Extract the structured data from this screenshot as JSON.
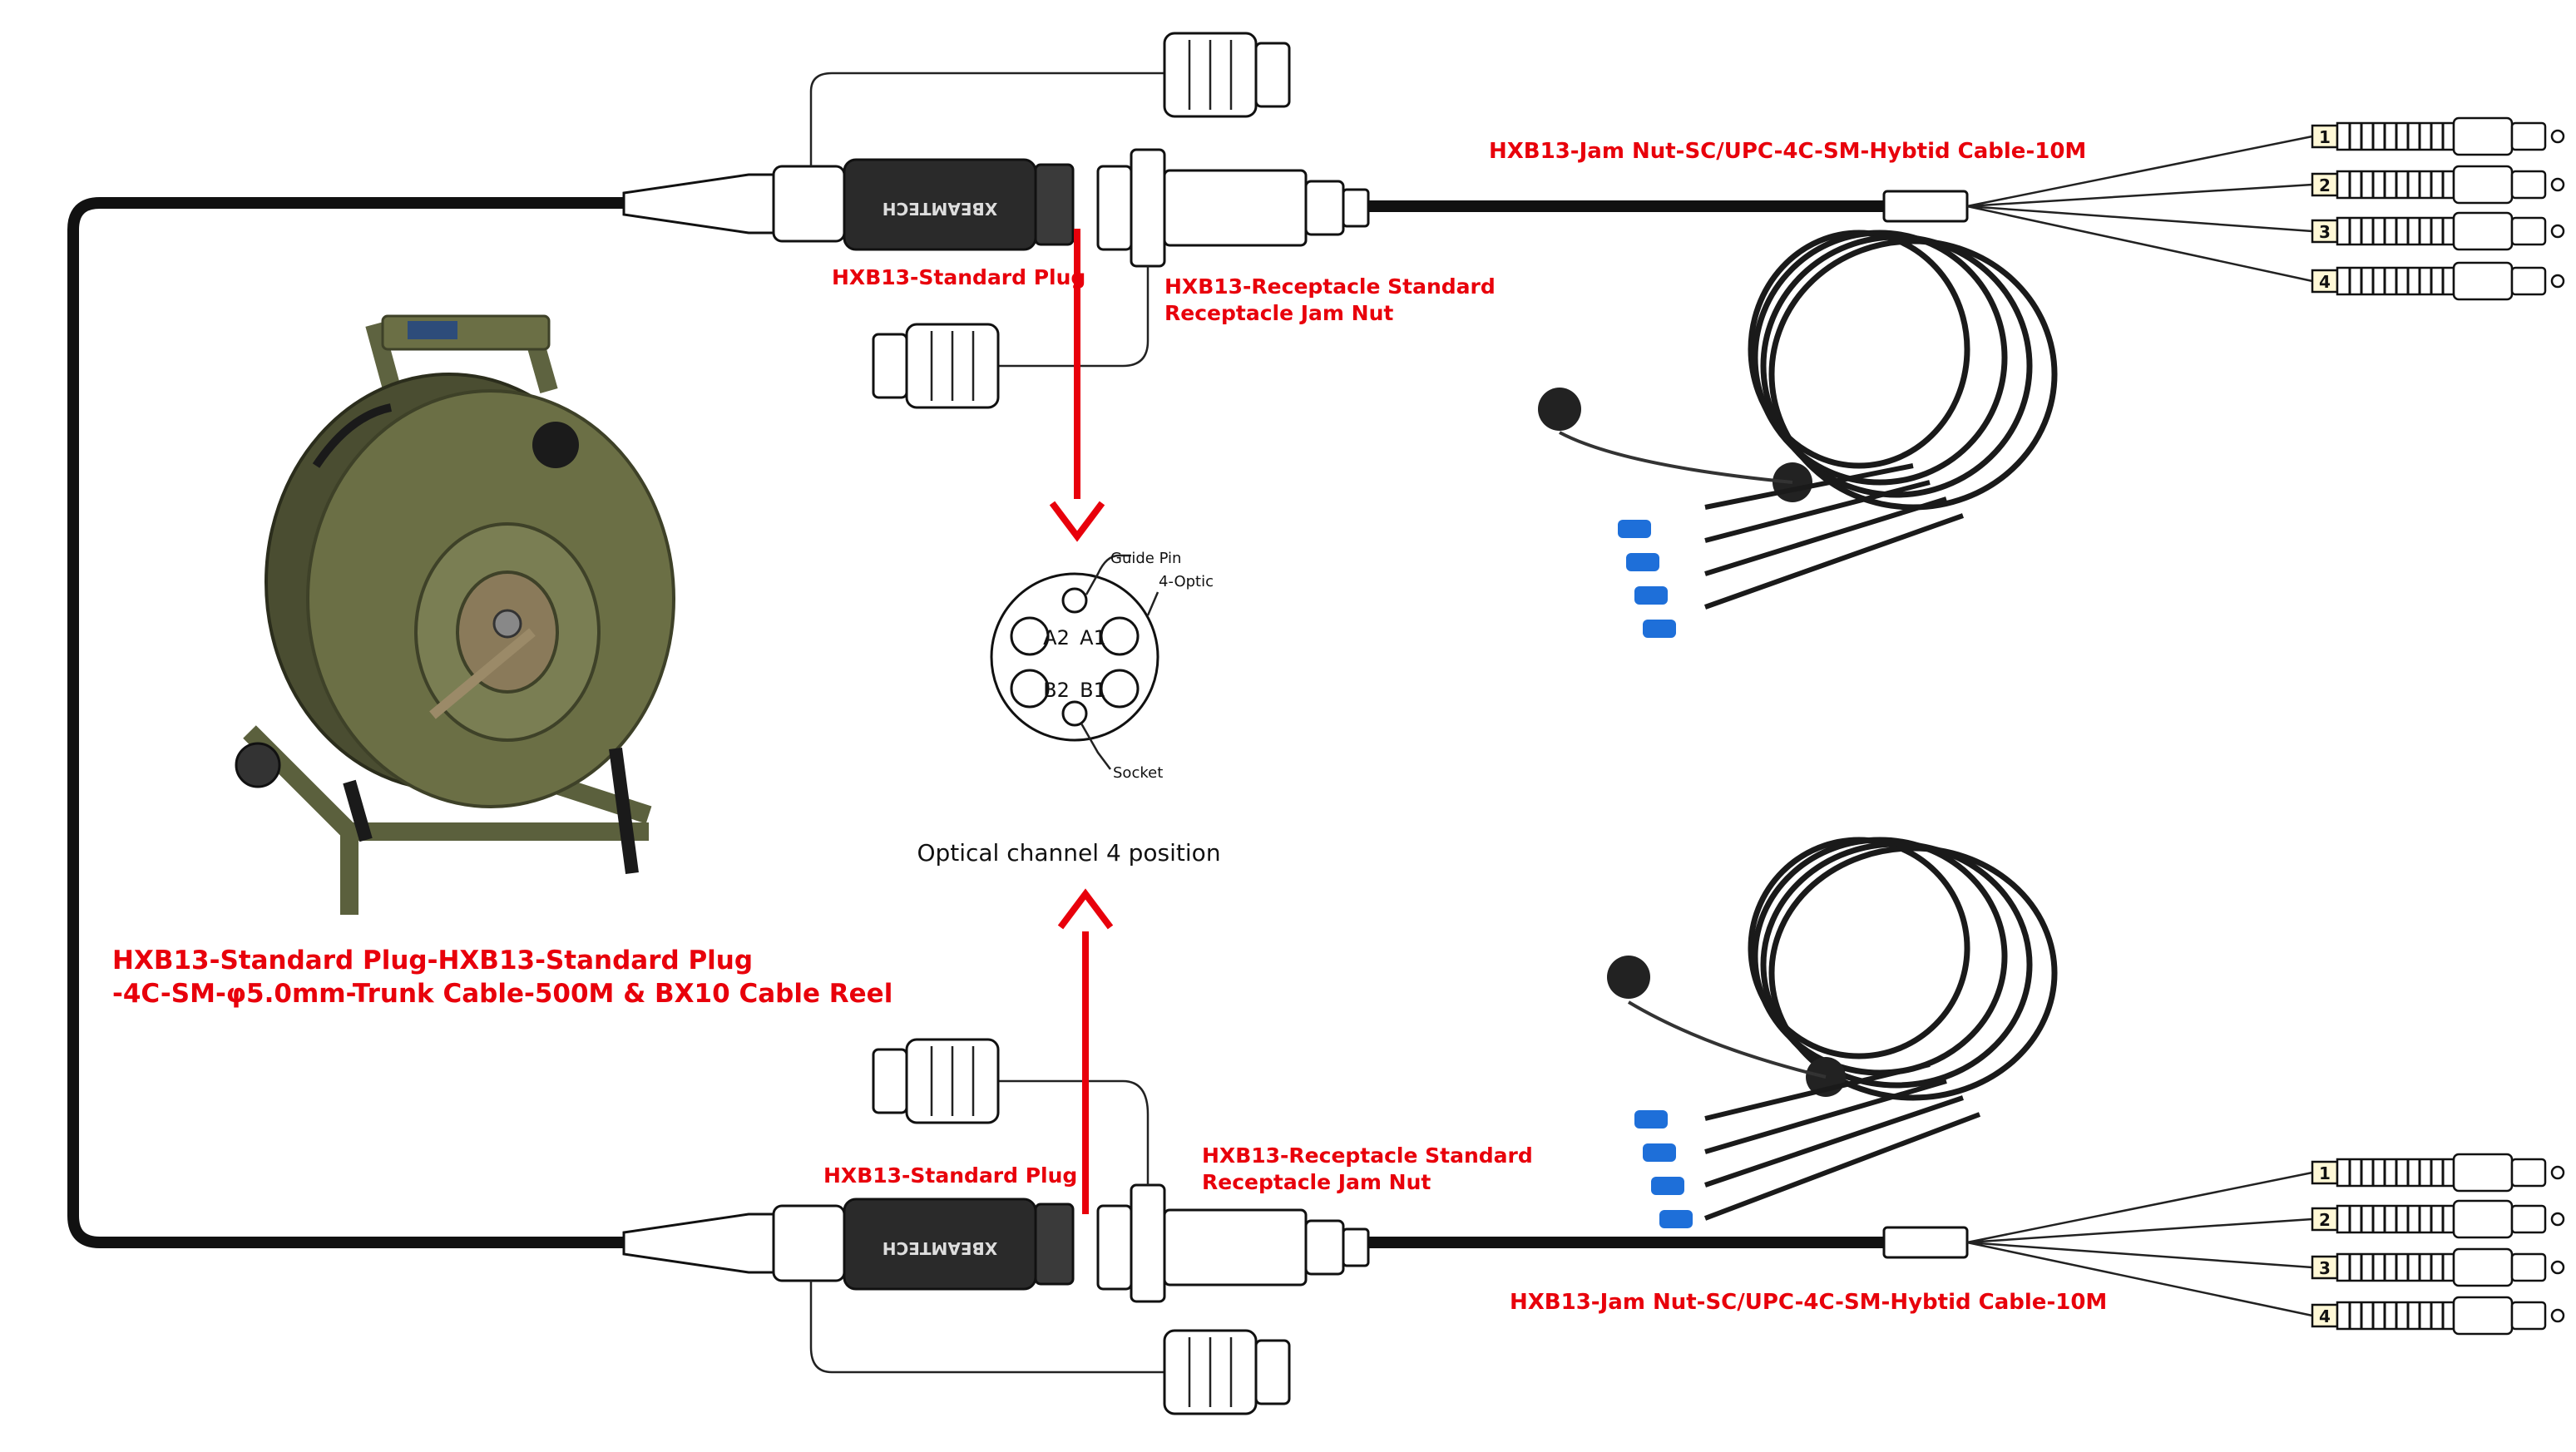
{
  "labels": {
    "top_plug": "HXB13-Standard Plug",
    "top_receptacle_line1": "HXB13-Receptacle Standard",
    "top_receptacle_line2": "Receptacle Jam Nut",
    "top_cable": "HXB13-Jam Nut-SC/UPC-4C-SM-Hybtid Cable-10M",
    "reel_line1": "HXB13-Standard Plug-HXB13-Standard Plug",
    "reel_line2": "-4C-SM-φ5.0mm-Trunk Cable-500M & BX10 Cable Reel",
    "bottom_plug": "HXB13-Standard Plug",
    "bottom_receptacle_line1": "HXB13-Receptacle Standard",
    "bottom_receptacle_line2": "Receptacle Jam Nut",
    "bottom_cable": "HXB13-Jam Nut-SC/UPC-4C-SM-Hybtid Cable-10M",
    "optical_caption": "Optical channel 4 position",
    "plug_brand": "XBEAMTECH"
  },
  "pinout": {
    "guide_pin": "Guide Pin",
    "four_optic": "4-Optic",
    "socket": "Socket",
    "channels": [
      "A2",
      "A1",
      "B2",
      "B1"
    ]
  },
  "fanout_numbers": [
    "1",
    "2",
    "3",
    "4"
  ],
  "colors": {
    "label_red": "#e8000b",
    "arrow_red": "#e8000b",
    "cable_black": "#111111",
    "reel_olive": "#6b6f45",
    "sc_blue": "#1e6fd9"
  }
}
